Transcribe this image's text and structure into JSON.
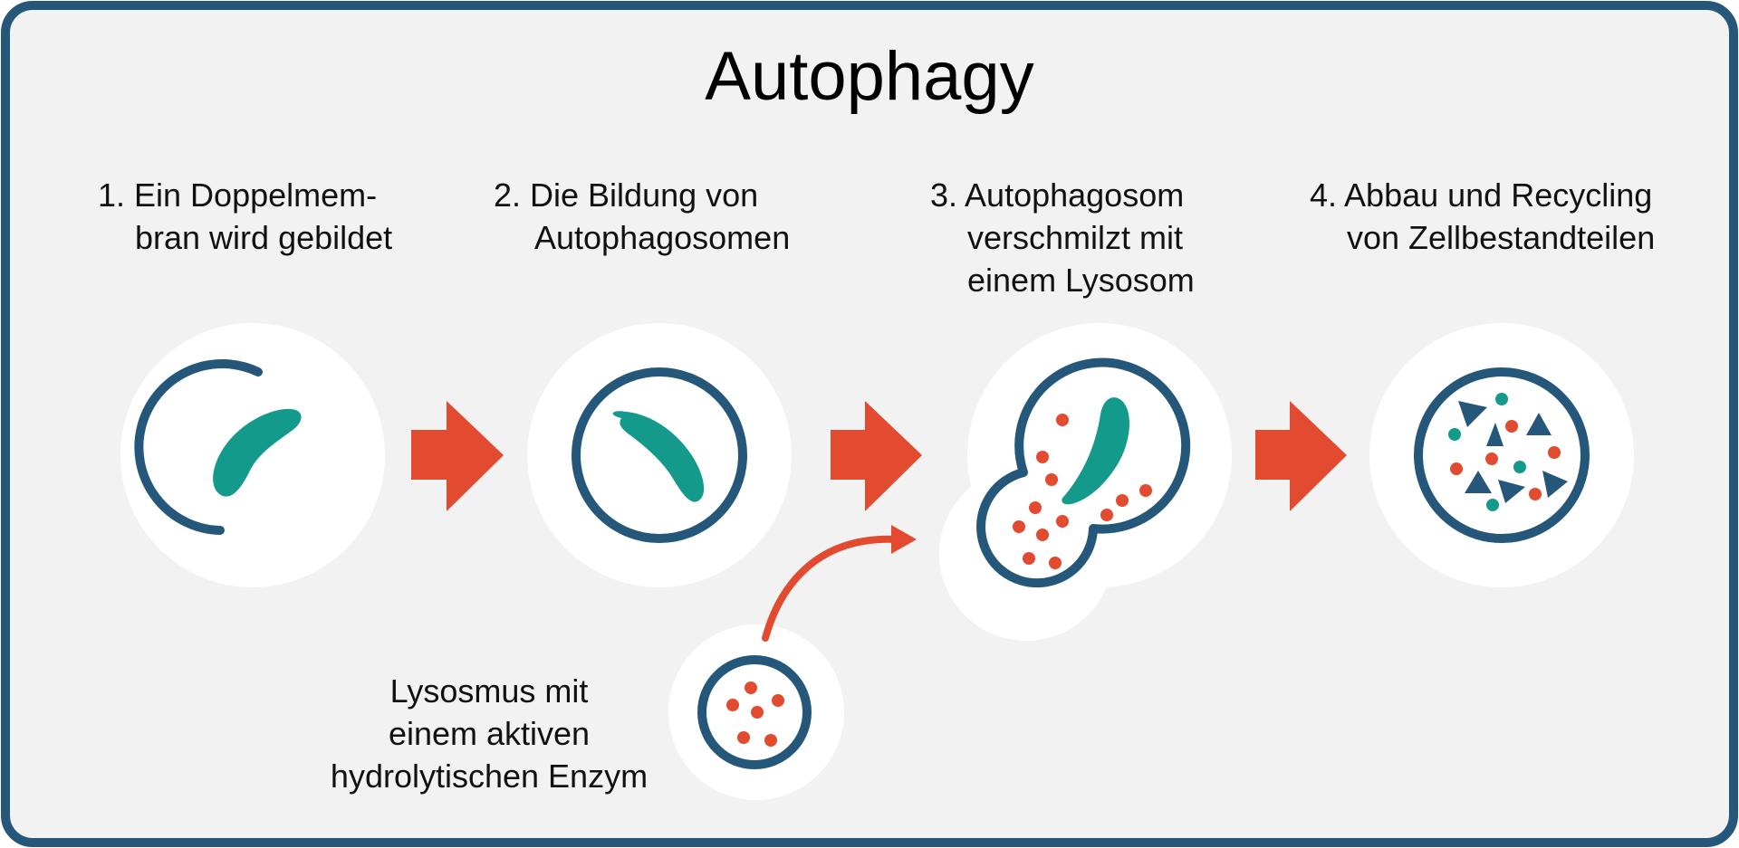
{
  "title": "Autophagy",
  "steps": [
    {
      "line1": "1. Ein Doppelmem-",
      "line2": "bran wird gebildet",
      "line3": ""
    },
    {
      "line1": "2. Die Bildung von",
      "line2": "Autophagosomen",
      "line3": ""
    },
    {
      "line1": "3. Autophagosom",
      "line2": "verschmilzt mit",
      "line3": "einem Lysosom"
    },
    {
      "line1": "4. Abbau und Recycling",
      "line2": "von Zellbestandteilen",
      "line3": ""
    }
  ],
  "lysosome_caption": {
    "line1": "Lysosmus mit",
    "line2": "einem aktiven",
    "line3": "hydrolytischen Enzym"
  },
  "colors": {
    "frame": "#245779",
    "background": "#f2f2f2",
    "membrane": "#245779",
    "cargo": "#149a8a",
    "enzyme": "#e24b30",
    "arrow": "#e24b30"
  }
}
